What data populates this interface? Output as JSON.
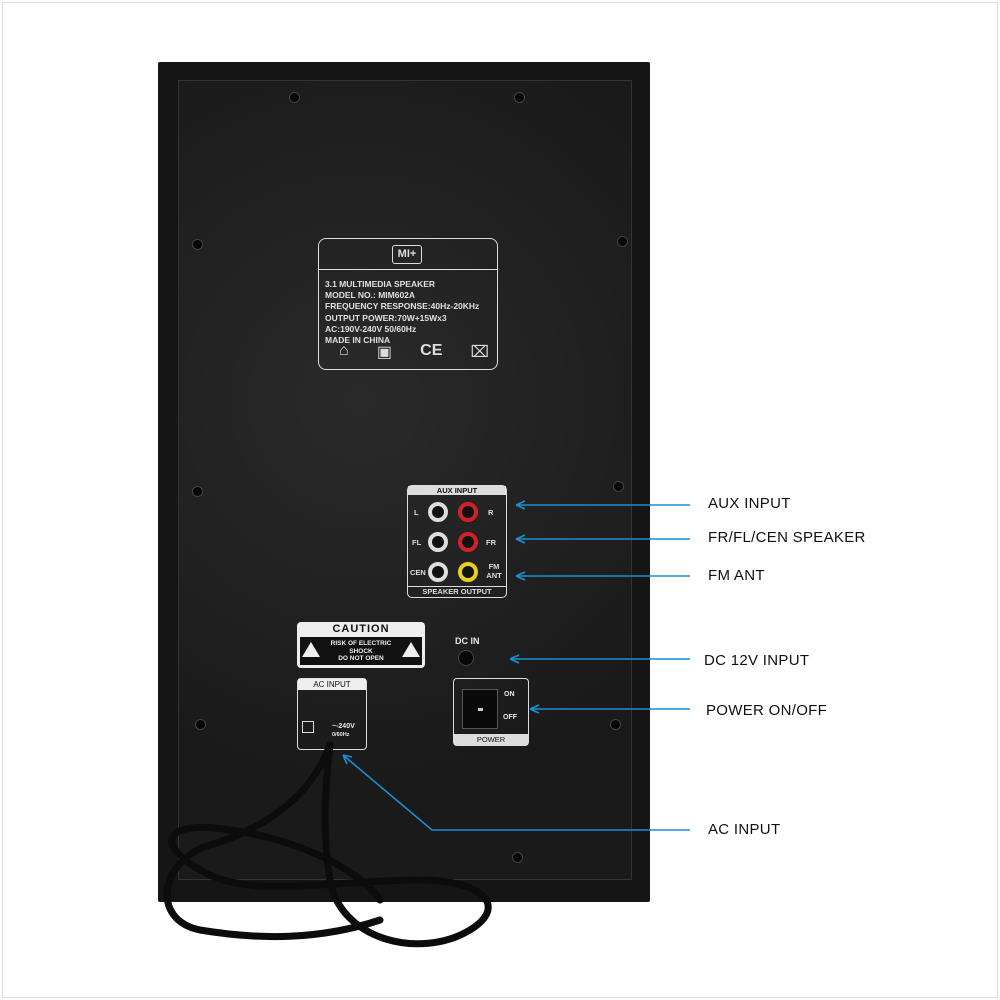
{
  "spec_label": {
    "logo": "MI+",
    "lines": [
      "3.1 MULTIMEDIA SPEAKER",
      "MODEL NO.: MIM602A",
      "FREQUENCY  RESPONSE:40Hz-20KHz",
      "OUTPUT POWER:70W+15Wx3",
      "AC:190V-240V  50/60Hz",
      "MADE IN CHINA"
    ],
    "ce_mark": "CE"
  },
  "panel": {
    "aux_title": "AUX  INPUT",
    "left": "L",
    "right": "R",
    "fl": "FL",
    "fr": "FR",
    "cen": "CEN",
    "fm_ant": "FM ANT",
    "speaker_output": "SPEAKER OUTPUT",
    "caution_title": "CAUTION",
    "caution_body": [
      "RISK OF ELECTRIC",
      "SHOCK",
      "DO NOT OPEN"
    ],
    "dc_in": "DC IN",
    "ac_input": "AC INPUT",
    "ac_rating": "~-240V",
    "ac_freq": "0/60Hz",
    "on": "ON",
    "off": "OFF",
    "power": "POWER"
  },
  "annotations": [
    "AUX INPUT",
    "FR/FL/CEN SPEAKER",
    "FM ANT",
    "DC 12V INPUT",
    "POWER ON/OFF",
    "AC INPUT"
  ],
  "colors": {
    "arrow": "#1a8fd0",
    "cabinet": "#151515"
  }
}
